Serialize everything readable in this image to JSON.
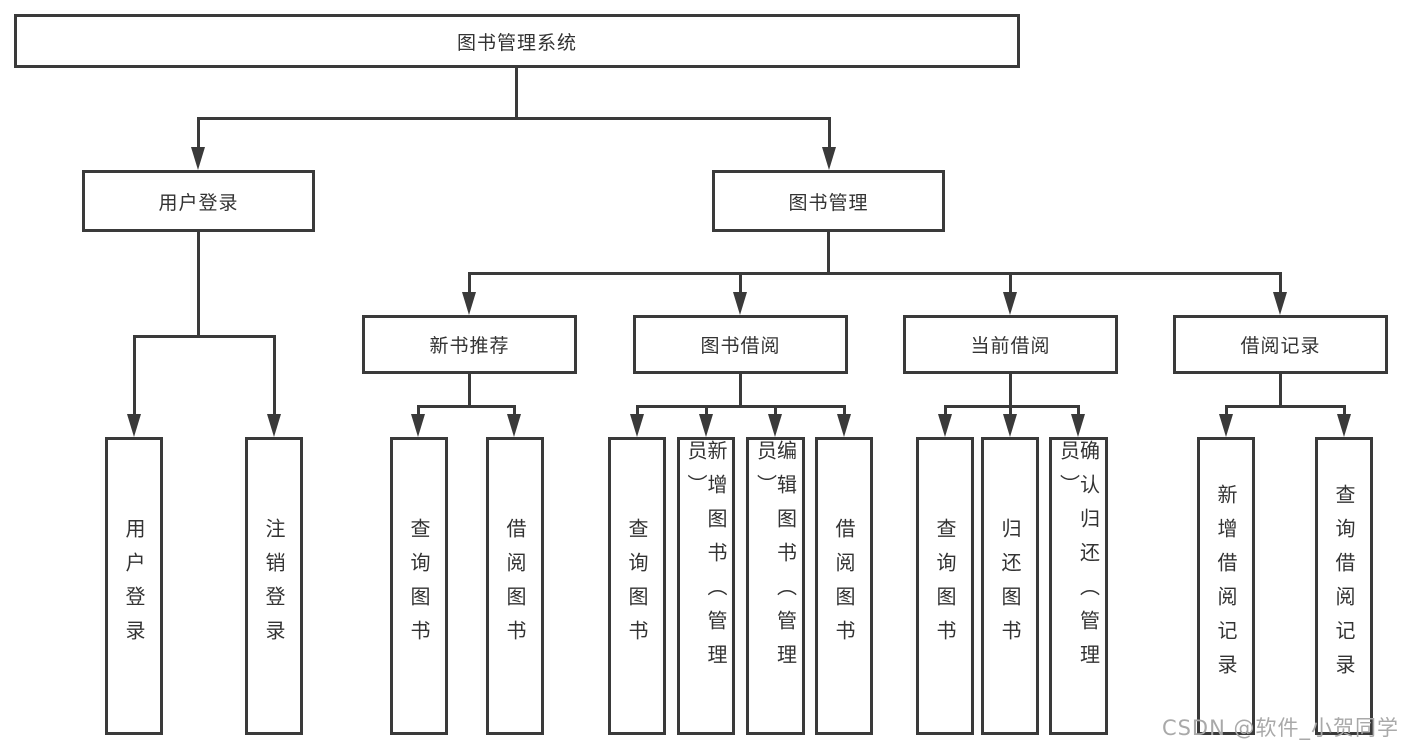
{
  "colors": {
    "line": "#3a3a3a",
    "text": "#333333",
    "background": "#ffffff",
    "watermark": "#a9a9a9"
  },
  "tree": {
    "root": {
      "label": "图书管理系统"
    },
    "branches": [
      {
        "label": "用户登录",
        "leaves": [
          {
            "label": "用户登录"
          },
          {
            "label": "注销登录"
          }
        ]
      },
      {
        "label": "图书管理",
        "groups": [
          {
            "label": "新书推荐",
            "leaves": [
              {
                "label": "查询图书"
              },
              {
                "label": "借阅图书"
              }
            ]
          },
          {
            "label": "图书借阅",
            "leaves": [
              {
                "label": "查询图书"
              },
              {
                "label": "新增图书（管理员）"
              },
              {
                "label": "编辑图书（管理员）"
              },
              {
                "label": "借阅图书"
              }
            ]
          },
          {
            "label": "当前借阅",
            "leaves": [
              {
                "label": "查询图书"
              },
              {
                "label": "归还图书"
              },
              {
                "label": "确认归还（管理员）"
              }
            ]
          },
          {
            "label": "借阅记录",
            "leaves": [
              {
                "label": "新增借阅记录"
              },
              {
                "label": "查询借阅记录"
              }
            ]
          }
        ]
      }
    ]
  },
  "watermark": {
    "text": "CSDN @软件_小贺同学"
  }
}
